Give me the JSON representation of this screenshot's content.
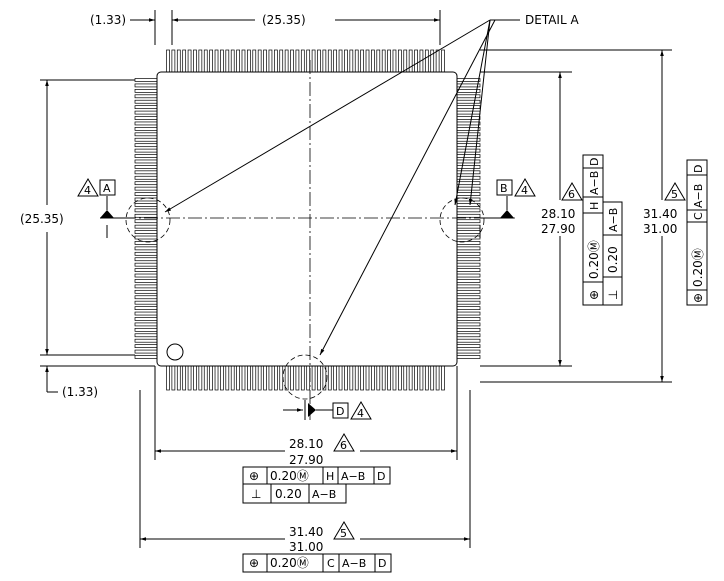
{
  "title": "QFP package outline drawing",
  "detail_label": "DETAIL A",
  "pins_per_side": 52,
  "dims": {
    "top_offset": "(1.33)",
    "top_pitch_span": "(25.35)",
    "left_span": "(25.35)",
    "bottom_offset": "(1.33)",
    "body_max": "28.10",
    "body_min": "27.90",
    "body_note": "6",
    "overall_max": "31.40",
    "overall_min": "31.00",
    "overall_note": "5"
  },
  "datums": {
    "left": {
      "note": "4",
      "letter": "A"
    },
    "right": {
      "note": "4",
      "letter": "B"
    },
    "bottom": {
      "note": "4",
      "letter": "D"
    }
  },
  "fcf_body": {
    "symbol": "⊕",
    "tol": "0.20Ⓜ",
    "d1": "H",
    "d2": "A−B",
    "d3": "D"
  },
  "fcf_perp": {
    "symbol": "⊥",
    "tol": "0.20",
    "d1": "A−B"
  },
  "fcf_overall": {
    "symbol": "⊕",
    "tol": "0.20Ⓜ",
    "d1": "C",
    "d2": "A−B",
    "d3": "D"
  }
}
